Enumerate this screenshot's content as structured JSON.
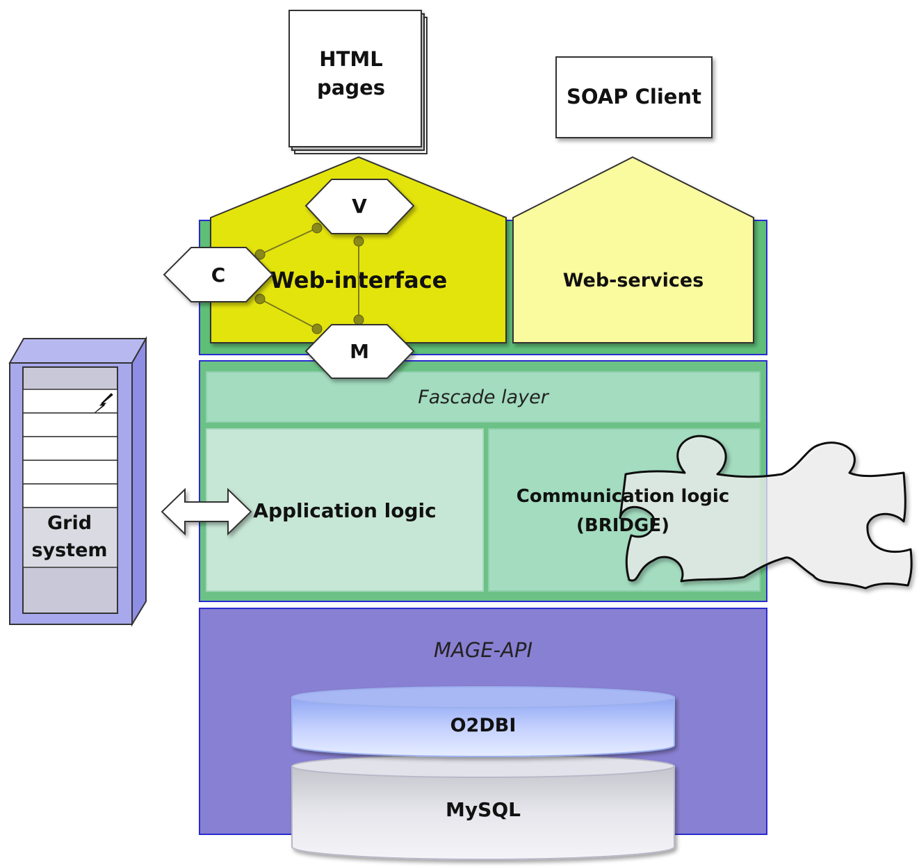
{
  "top": {
    "html_pages": {
      "line1": "HTML",
      "line2": "pages"
    },
    "soap_client": "SOAP Client"
  },
  "presentation": {
    "web_interface": "Web-interface",
    "web_services": "Web-services",
    "mvc": {
      "view": "V",
      "controller": "C",
      "model": "M"
    }
  },
  "business": {
    "facade": "Fascade layer",
    "application_logic": "Application logic",
    "communication_logic": {
      "line1": "Communication logic",
      "line2": "(BRIDGE)"
    }
  },
  "data": {
    "api": "MAGE-API",
    "o2dbi": "O2DBI",
    "mysql": "MySQL"
  },
  "grid": {
    "line1": "Grid",
    "line2": "system"
  },
  "colors": {
    "web_interface": "#e6e60a",
    "web_services": "#fafaa0",
    "business_frame": "#6fc486",
    "facade": "#a5dcc0",
    "app_logic": "#c8e8d8",
    "api_layer": "#8880d2",
    "o2dbi": "#b0c4ff",
    "mysql": "#d8d8e0",
    "border": "#2222cc"
  }
}
